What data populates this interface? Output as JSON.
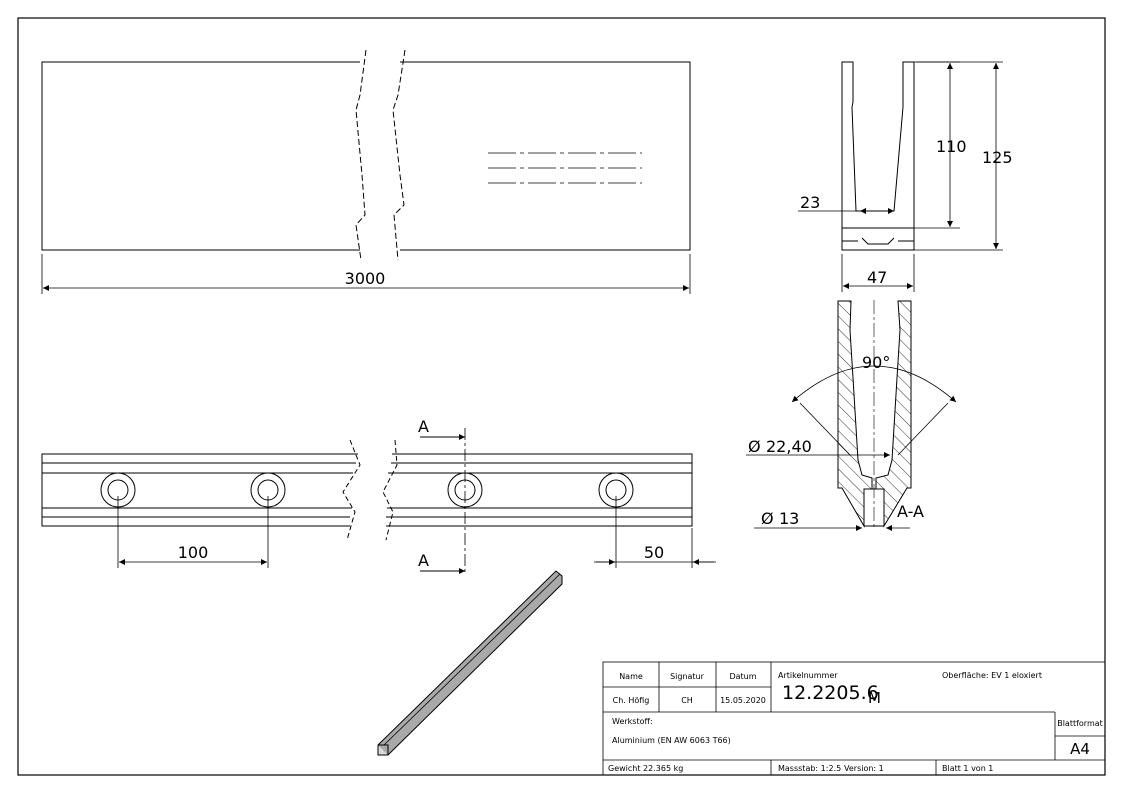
{
  "drawing": {
    "dimensions": {
      "length": "3000",
      "height_outer": "125",
      "height_inner": "110",
      "inner_width": "23",
      "outer_width": "47",
      "angle": "90°",
      "dia_large": "22,40",
      "dia_small": "13",
      "hole_spacing": "100",
      "end_offset": "50"
    },
    "section_letter": "A",
    "section_label": "A-A",
    "diameter_symbol": "Ø"
  },
  "title_block": {
    "name_header": "Name",
    "signatur_header": "Signatur",
    "datum_header": "Datum",
    "name_value": "Ch. Höfig",
    "signatur_value": "CH",
    "datum_value": "15.05.2020",
    "artikel_label": "Artikelnummer",
    "artikel_number": "12.2205.6",
    "artikel_suffix": "M",
    "oberflaeche": "Oberfläche:  EV 1 eloxiert",
    "werkstoff_label": "Werkstoff:",
    "werkstoff_value": "Aluminium (EN AW 6063 T66)",
    "blattformat_label": "Blattformat",
    "blattformat_value": "A4",
    "gewicht": "Gewicht 22.365 kg",
    "massstab": "Massstab: 1:2.5",
    "version": "Version: 1",
    "blatt": "Blatt 1 von 1"
  },
  "colors": {
    "line": "#000000",
    "paper": "#ffffff",
    "iso_fill": "#a9a9a9"
  }
}
